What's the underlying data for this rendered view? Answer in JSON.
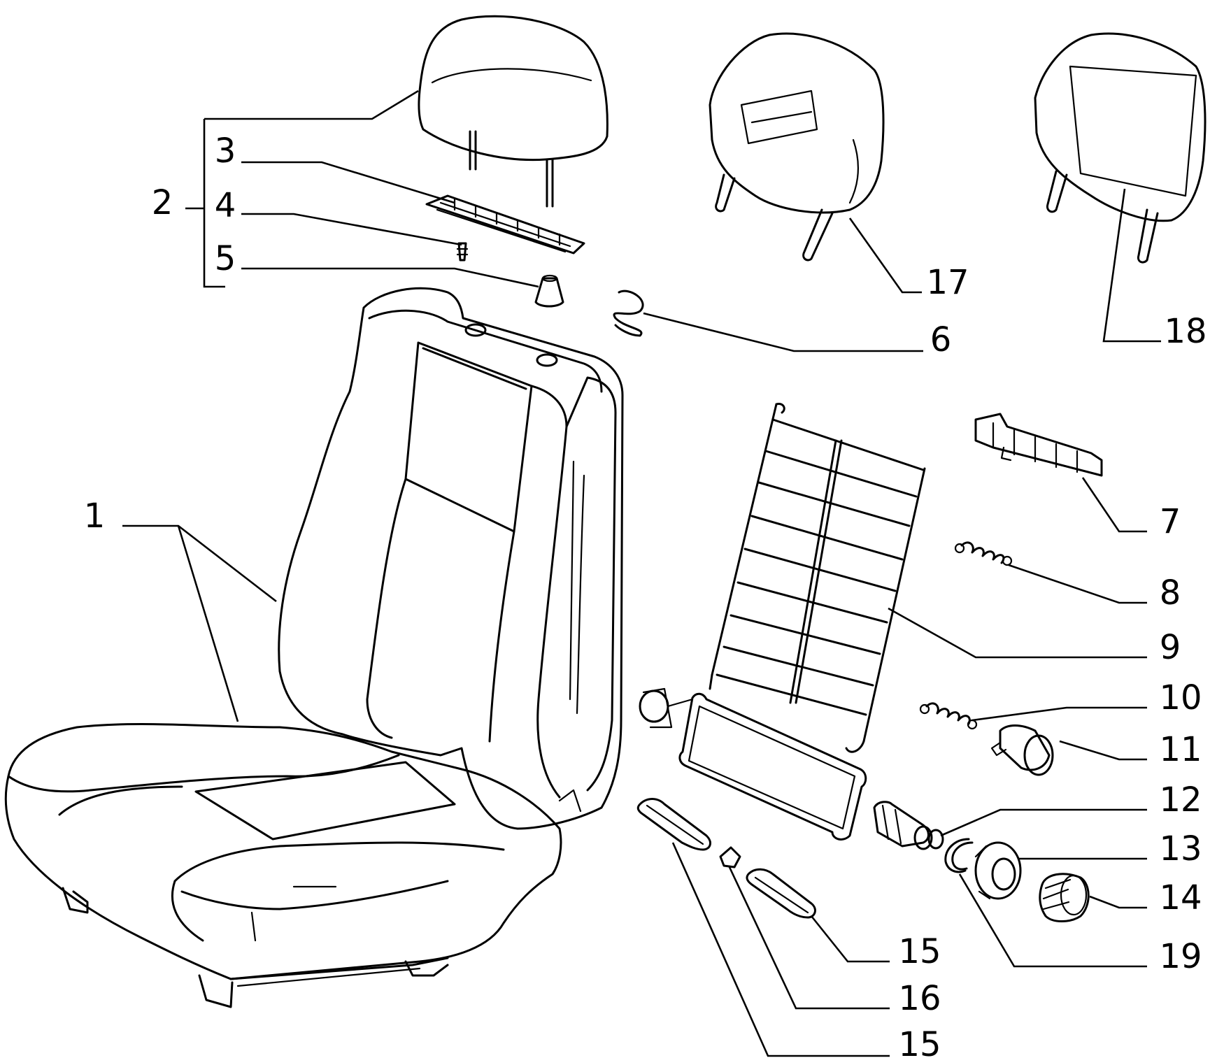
{
  "diagram": {
    "colors": {
      "line": "#000000",
      "background": "#ffffff"
    },
    "callouts": [
      {
        "id": "c1",
        "text": "1"
      },
      {
        "id": "c2",
        "text": "2"
      },
      {
        "id": "c3",
        "text": "3"
      },
      {
        "id": "c4",
        "text": "4"
      },
      {
        "id": "c5",
        "text": "5"
      },
      {
        "id": "c6",
        "text": "6"
      },
      {
        "id": "c7",
        "text": "7"
      },
      {
        "id": "c8",
        "text": "8"
      },
      {
        "id": "c9",
        "text": "9"
      },
      {
        "id": "c10",
        "text": "10"
      },
      {
        "id": "c11",
        "text": "11"
      },
      {
        "id": "c12",
        "text": "12"
      },
      {
        "id": "c13",
        "text": "13"
      },
      {
        "id": "c14",
        "text": "14"
      },
      {
        "id": "c15a",
        "text": "15"
      },
      {
        "id": "c15b",
        "text": "15"
      },
      {
        "id": "c16",
        "text": "16"
      },
      {
        "id": "c17",
        "text": "17"
      },
      {
        "id": "c18",
        "text": "18"
      },
      {
        "id": "c19",
        "text": "19"
      }
    ]
  }
}
